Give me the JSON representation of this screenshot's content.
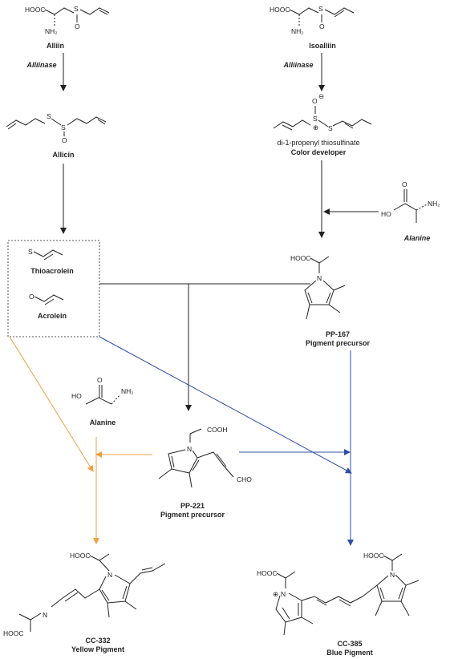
{
  "compounds": {
    "alliin": {
      "name": "Alliin",
      "atoms": [
        "HOOC",
        "S",
        "O",
        "NH₂"
      ]
    },
    "isoalliin": {
      "name": "Isoalliin",
      "atoms": [
        "HOOC",
        "S",
        "O",
        "NH₂"
      ]
    },
    "allicin": {
      "name": "Allicin",
      "atoms": [
        "S",
        "S",
        "O"
      ]
    },
    "thiosulfinate": {
      "name_line1": "di-1-propenyl thiosulfinate",
      "name_line2": "Color developer",
      "atoms": [
        "O",
        "S",
        "S"
      ],
      "charges": [
        "⊖",
        "⊕"
      ]
    },
    "alanine_top": {
      "name": "Alanine",
      "atoms": [
        "O",
        "HO",
        "NH₂"
      ]
    },
    "thioacrolein": {
      "name": "Thioacrolein",
      "atoms": [
        "S"
      ]
    },
    "acrolein": {
      "name": "Acrolein",
      "atoms": [
        "O"
      ]
    },
    "pp167": {
      "name_line1": "PP-167",
      "name_line2": "Pigment precursor",
      "atoms": [
        "HOOC",
        "N"
      ]
    },
    "alanine_mid": {
      "name": "Alanine",
      "atoms": [
        "O",
        "HO",
        "NH₂"
      ]
    },
    "pp221": {
      "name_line1": "PP-221",
      "name_line2": "Pigment precursor",
      "atoms": [
        "COOH",
        "N",
        "CHO"
      ]
    },
    "cc332": {
      "name_line1": "CC-332",
      "name_line2": "Yellow Pigment",
      "atoms": [
        "HOOC",
        "N",
        "N",
        "HOOC"
      ]
    },
    "cc385": {
      "name_line1": "CC-385",
      "name_line2": "Blue Pigment",
      "atoms": [
        "HOOC",
        "HOOC",
        "N",
        "N"
      ],
      "charges": [
        "⊕"
      ]
    }
  },
  "enzymes": {
    "left": "Alliinase",
    "right": "Alliinase"
  },
  "colors": {
    "black": "#222222",
    "orange": "#f0a040",
    "blue": "#3050a8"
  }
}
